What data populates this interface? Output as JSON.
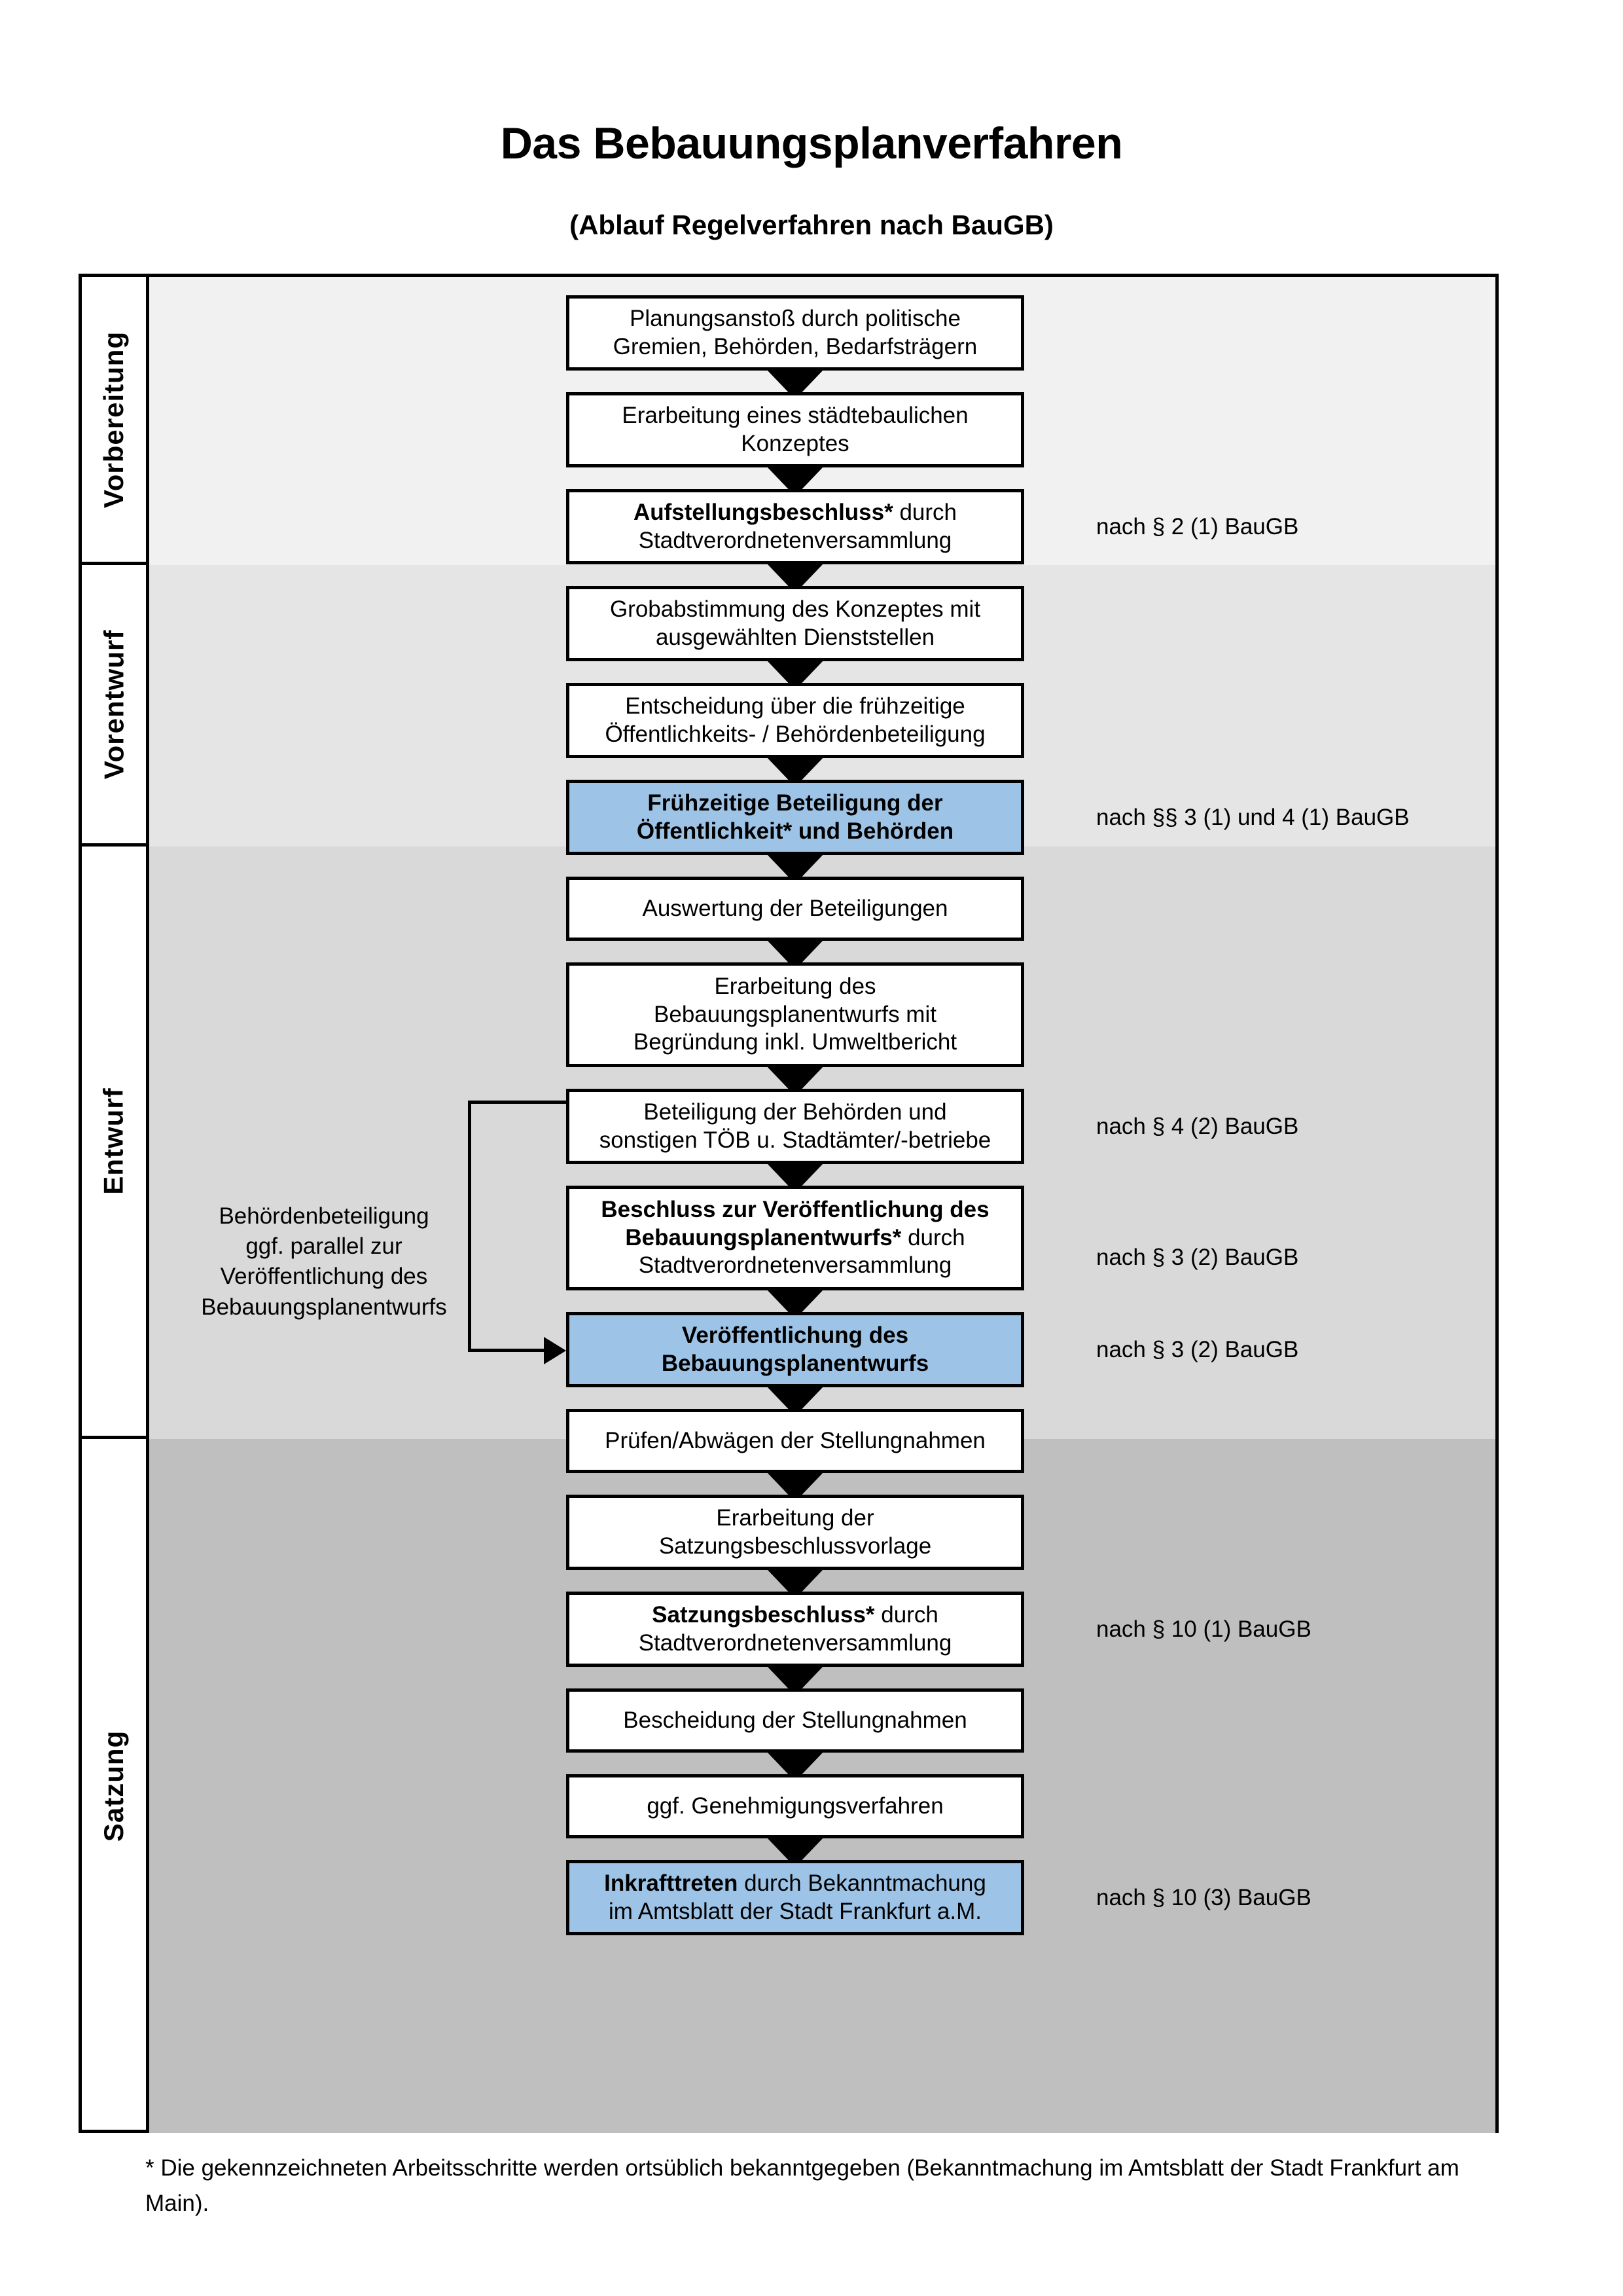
{
  "header": {
    "title": "Das Bebauungsplanverfahren",
    "subtitle": "(Ablauf Regelverfahren nach BauGB)"
  },
  "colors": {
    "band_vorbereitung": "#F1F1F1",
    "band_vorentwurf": "#E5E5E5",
    "band_entwurf": "#D9D9D9",
    "band_satzung": "#BFBFBF",
    "highlight_blue": "#9DC3E6",
    "outline": "#000000",
    "node_fill": "#FFFFFF"
  },
  "stages": [
    {
      "id": "vorbereitung",
      "label": "Vorbereitung"
    },
    {
      "id": "vorentwurf",
      "label": "Vorentwurf"
    },
    {
      "id": "entwurf",
      "label": "Entwurf"
    },
    {
      "id": "satzung",
      "label": "Satzung"
    }
  ],
  "nodes": [
    {
      "id": "n1",
      "stage": "vorbereitung",
      "highlight": false,
      "lines": [
        {
          "text": "Planungsanstoß durch politische",
          "bold": false
        },
        {
          "text": "Gremien, Behörden, Bedarfsträgern",
          "bold": false
        }
      ]
    },
    {
      "id": "n2",
      "stage": "vorbereitung",
      "highlight": false,
      "lines": [
        {
          "text": "Erarbeitung eines städtebaulichen",
          "bold": false
        },
        {
          "text": "Konzeptes",
          "bold": false
        }
      ]
    },
    {
      "id": "n3",
      "stage": "vorbereitung",
      "highlight": false,
      "lines": [
        {
          "text": "Aufstellungsbeschluss*",
          "bold": true,
          "suffix": " durch"
        },
        {
          "text": "Stadtverordnetenversammlung",
          "bold": false
        }
      ]
    },
    {
      "id": "n4",
      "stage": "vorentwurf",
      "highlight": false,
      "lines": [
        {
          "text": "Grobabstimmung des Konzeptes mit",
          "bold": false
        },
        {
          "text": "ausgewählten Dienststellen",
          "bold": false
        }
      ]
    },
    {
      "id": "n5",
      "stage": "vorentwurf",
      "highlight": false,
      "lines": [
        {
          "text": "Entscheidung über die frühzeitige",
          "bold": false
        },
        {
          "text": "Öffentlichkeits- / Behördenbeteiligung",
          "bold": false
        }
      ]
    },
    {
      "id": "n6",
      "stage": "vorentwurf",
      "highlight": true,
      "lines": [
        {
          "text": "Frühzeitige Beteiligung der",
          "bold": true
        },
        {
          "text": "Öffentlichkeit* und Behörden",
          "bold": true
        }
      ]
    },
    {
      "id": "n7",
      "stage": "entwurf",
      "highlight": false,
      "lines": [
        {
          "text": "Auswertung der Beteiligungen",
          "bold": false
        }
      ]
    },
    {
      "id": "n8",
      "stage": "entwurf",
      "highlight": false,
      "lines": [
        {
          "text": "Erarbeitung des",
          "bold": false
        },
        {
          "text": "Bebauungsplanentwurfs mit",
          "bold": false
        },
        {
          "text": "Begründung inkl. Umweltbericht",
          "bold": false
        }
      ]
    },
    {
      "id": "n9",
      "stage": "entwurf",
      "highlight": false,
      "lines": [
        {
          "text": "Beteiligung der Behörden und",
          "bold": false
        },
        {
          "text": "sonstigen TÖB u. Stadtämter/-betriebe",
          "bold": false
        }
      ]
    },
    {
      "id": "n10",
      "stage": "entwurf",
      "highlight": false,
      "lines": [
        {
          "text": "Beschluss zur Veröffentlichung des",
          "bold": true
        },
        {
          "text": "Bebauungsplanentwurfs*",
          "bold": true,
          "suffix": " durch"
        },
        {
          "text": "Stadtverordnetenversammlung",
          "bold": false
        }
      ]
    },
    {
      "id": "n11",
      "stage": "entwurf",
      "highlight": true,
      "lines": [
        {
          "text": "Veröffentlichung des",
          "bold": true
        },
        {
          "text": "Bebauungsplanentwurfs",
          "bold": true
        }
      ]
    },
    {
      "id": "n12",
      "stage": "satzung",
      "highlight": false,
      "lines": [
        {
          "text": "Prüfen/Abwägen der Stellungnahmen",
          "bold": false
        }
      ]
    },
    {
      "id": "n13",
      "stage": "satzung",
      "highlight": false,
      "lines": [
        {
          "text": "Erarbeitung der",
          "bold": false
        },
        {
          "text": "Satzungsbeschlussvorlage",
          "bold": false
        }
      ]
    },
    {
      "id": "n14",
      "stage": "satzung",
      "highlight": false,
      "lines": [
        {
          "text": "Satzungsbeschluss*",
          "bold": true,
          "suffix": " durch"
        },
        {
          "text": "Stadtverordnetenversammlung",
          "bold": false
        }
      ]
    },
    {
      "id": "n15",
      "stage": "satzung",
      "highlight": false,
      "lines": [
        {
          "text": "Bescheidung der Stellungnahmen",
          "bold": false
        }
      ]
    },
    {
      "id": "n16",
      "stage": "satzung",
      "highlight": false,
      "lines": [
        {
          "text": "ggf. Genehmigungsverfahren",
          "bold": false
        }
      ]
    },
    {
      "id": "n17",
      "stage": "satzung",
      "highlight": true,
      "lines": [
        {
          "text": "Inkrafttreten",
          "bold": true,
          "suffix": " durch Bekanntmachung"
        },
        {
          "text": "im Amtsblatt der Stadt Frankfurt a.M.",
          "bold": false
        }
      ]
    }
  ],
  "references": [
    {
      "id": "r1",
      "text": "nach § 2 (1) BauGB",
      "for": "n3"
    },
    {
      "id": "r2",
      "text": "nach §§ 3 (1) und 4 (1) BauGB",
      "for": "n6"
    },
    {
      "id": "r3",
      "text": "nach § 4 (2) BauGB",
      "for": "n9"
    },
    {
      "id": "r4",
      "text": "nach § 3 (2) BauGB",
      "for": "n10"
    },
    {
      "id": "r5",
      "text": "nach § 3 (2) BauGB",
      "for": "n11"
    },
    {
      "id": "r6",
      "text": "nach § 10 (1) BauGB",
      "for": "n14"
    },
    {
      "id": "r7",
      "text": "nach § 10 (3) BauGB",
      "for": "n17"
    }
  ],
  "side_note": {
    "lines": [
      "Behördenbeteiligung",
      "ggf. parallel zur",
      "Veröffentlichung des",
      "Bebauungsplanentwurfs"
    ]
  },
  "footnote": {
    "text": "* Die gekennzeichneten Arbeitsschritte werden ortsüblich bekanntgegeben (Bekanntmachung im Amtsblatt  der Stadt Frankfurt am Main)."
  }
}
